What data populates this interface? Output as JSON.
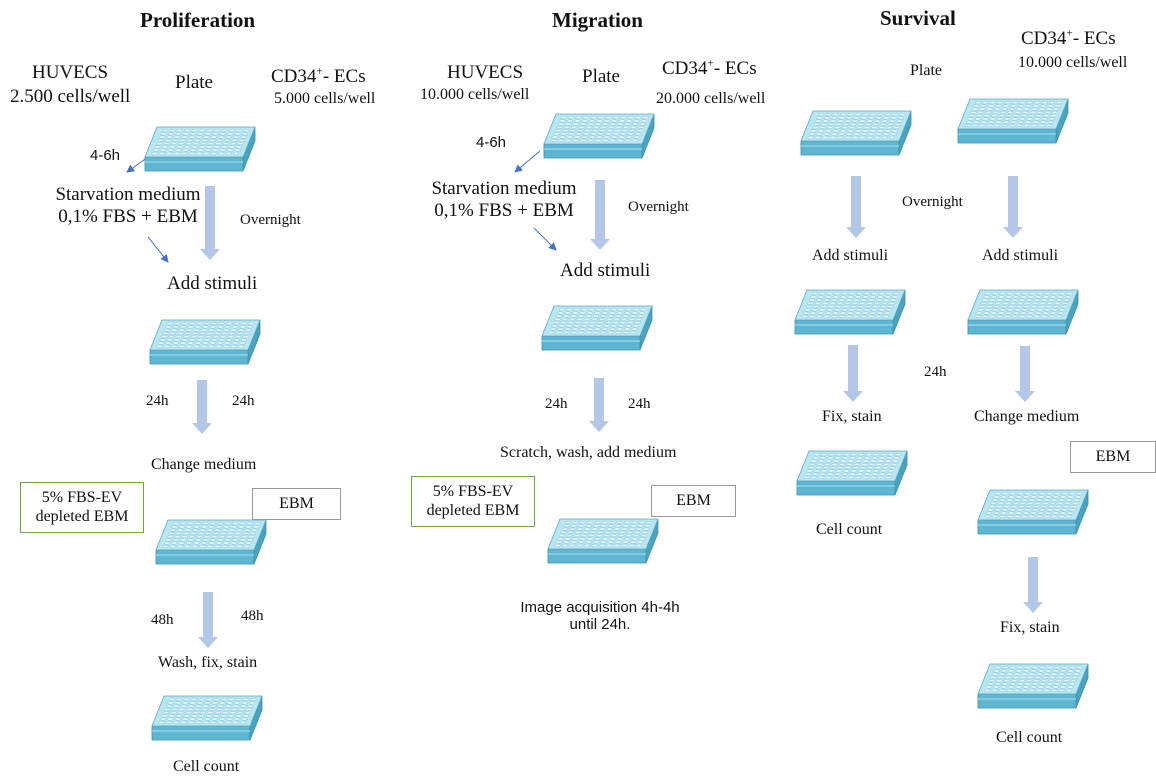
{
  "colors": {
    "arrow": "#b4c7e7",
    "pointer": "#4472c4",
    "plate_top": "#b8e6f2",
    "plate_side": "#5fb6d1",
    "well": "#e8f8fc",
    "green_border": "#6aa84f",
    "grey_border": "#9a9a9a"
  },
  "icons": {
    "plate": "multiwell-plate-icon",
    "arrow": "down-arrow-icon"
  },
  "proliferation": {
    "title": "Proliferation",
    "huvecs": "HUVECS",
    "huvecs_density": "2.500 cells/well",
    "plate": "Plate",
    "cd34_prefix": "CD34",
    "cd34_sup": "+",
    "cd34_suffix": "- ECs",
    "cd34_density": "5.000 cells/well",
    "time_first": "4-6h",
    "starvation_line1": "Starvation medium",
    "starvation_line2": "0,1% FBS + EBM",
    "overnight": "Overnight",
    "add_stimuli": "Add stimuli",
    "t24_left": "24h",
    "t24_right": "24h",
    "change_medium": "Change medium",
    "green_box_line1": "5% FBS-EV",
    "green_box_line2": "depleted EBM",
    "grey_box": "EBM",
    "t48_left": "48h",
    "t48_right": "48h",
    "wash_fix_stain": "Wash, fix, stain",
    "cell_count": "Cell count"
  },
  "migration": {
    "title": "Migration",
    "huvecs": "HUVECS",
    "huvecs_density": "10.000 cells/well",
    "plate": "Plate",
    "cd34_prefix": "CD34",
    "cd34_sup": "+",
    "cd34_suffix": "- ECs",
    "cd34_density": "20.000 cells/well",
    "time_first": "4-6h",
    "starvation_line1": "Starvation medium",
    "starvation_line2": "0,1% FBS + EBM",
    "overnight": "Overnight",
    "add_stimuli": "Add stimuli",
    "t24_left": "24h",
    "t24_right": "24h",
    "scratch": "Scratch, wash, add medium",
    "green_box_line1": "5% FBS-EV",
    "green_box_line2": "depleted EBM",
    "grey_box": "EBM",
    "image_line1": "Image acquisition 4h-4h",
    "image_line2": "until 24h."
  },
  "survival": {
    "title": "Survival",
    "cd34_prefix": "CD34",
    "cd34_sup": "+",
    "cd34_suffix": "- ECs",
    "cd34_density": "10.000 cells/well",
    "plate": "Plate",
    "overnight": "Overnight",
    "add_stimuli_left": "Add stimuli",
    "add_stimuli_right": "Add stimuli",
    "t24": "24h",
    "fix_stain_left": "Fix, stain",
    "change_medium": "Change medium",
    "grey_box": "EBM",
    "cell_count_left": "Cell count",
    "fix_stain_right": "Fix, stain",
    "cell_count_right": "Cell count"
  }
}
